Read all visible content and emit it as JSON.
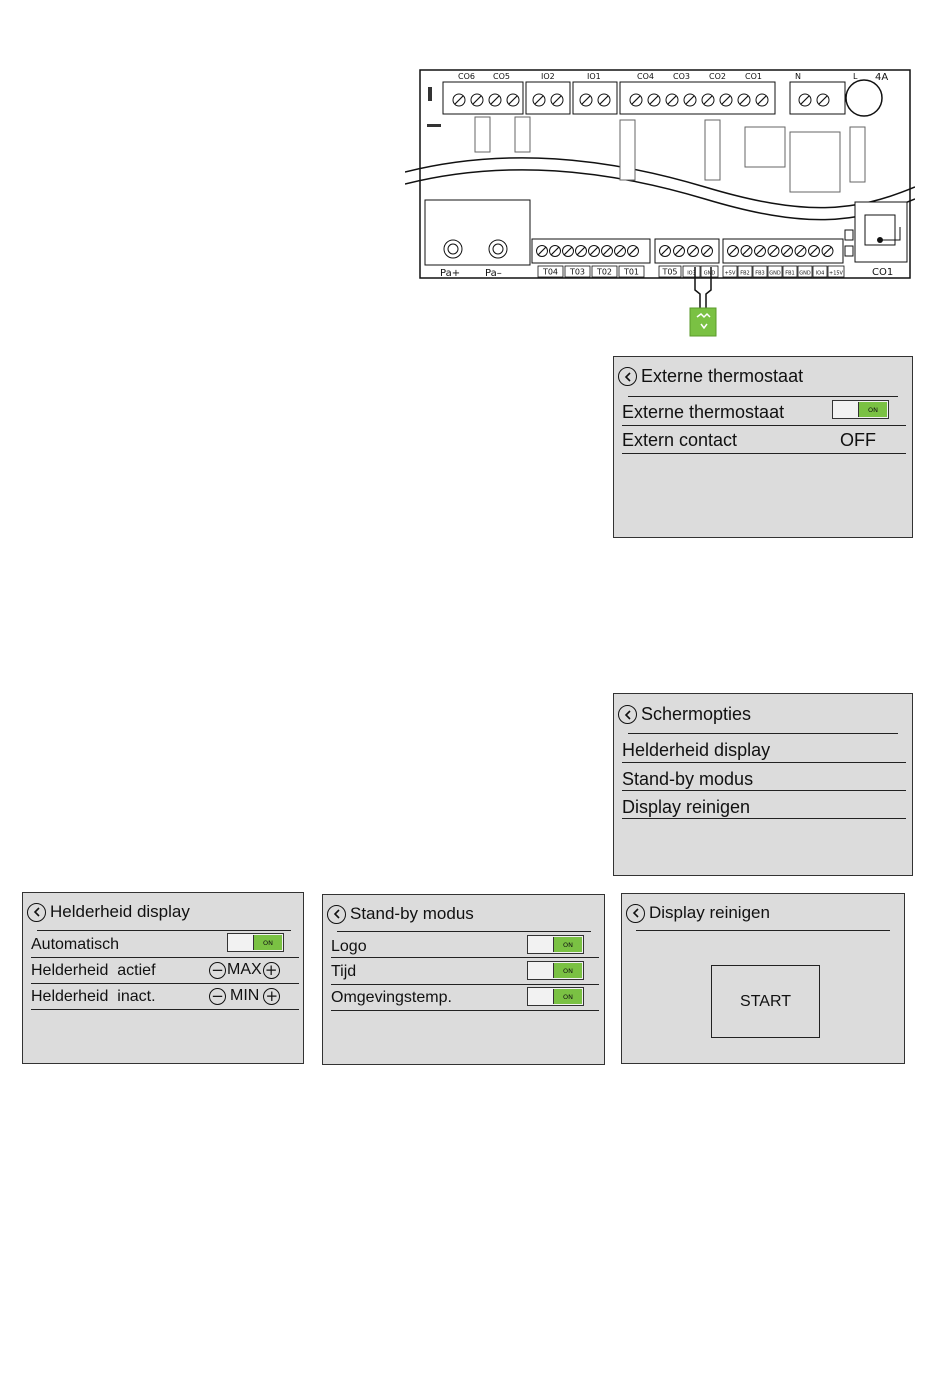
{
  "board": {
    "top_connectors": [
      "CO6",
      "CO5",
      "IO2",
      "IO1",
      "CO4",
      "CO3",
      "CO2",
      "CO1",
      "N",
      "L"
    ],
    "fuse": "4A",
    "bottom_connectors": [
      "T04",
      "T03",
      "T02",
      "T01",
      "T05",
      "IO3",
      "GND",
      "+5V",
      "FB2",
      "FB3",
      "GND",
      "FB1",
      "GND",
      "IO4",
      "+15V"
    ],
    "pressure_labels": [
      "Pa+",
      "Pa–"
    ],
    "comm_port": "CO1",
    "colors": {
      "thermostat_module": "#7ac143"
    }
  },
  "screens": {
    "thermostat": {
      "title": "Externe thermostaat",
      "rows": [
        {
          "label": "Externe thermostaat",
          "toggle": "ON"
        },
        {
          "label": "Extern contact",
          "value": "OFF"
        }
      ]
    },
    "schermopties": {
      "title": "Schermopties",
      "items": [
        "Helderheid display",
        "Stand-by modus",
        "Display reinigen"
      ]
    },
    "helderheid": {
      "title": "Helderheid display",
      "rows": [
        {
          "label": "Automatisch",
          "toggle": "ON"
        },
        {
          "label": "Helderheid  actief",
          "value": "MAX"
        },
        {
          "label": "Helderheid  inact.",
          "value": "MIN"
        }
      ]
    },
    "standby": {
      "title": "Stand-by modus",
      "rows": [
        {
          "label": "Logo",
          "toggle": "ON"
        },
        {
          "label": "Tijd",
          "toggle": "ON"
        },
        {
          "label": "Omgevingstemp.",
          "toggle": "ON"
        }
      ]
    },
    "reinigen": {
      "title": "Display reinigen",
      "button": "START"
    }
  },
  "colors": {
    "toggle_on": "#7ac143",
    "screen_bg": "#dcdcdc"
  },
  "icons": {
    "back": "chevron-left-circle-icon",
    "minus": "minus-circle-icon",
    "plus": "plus-circle-icon"
  }
}
